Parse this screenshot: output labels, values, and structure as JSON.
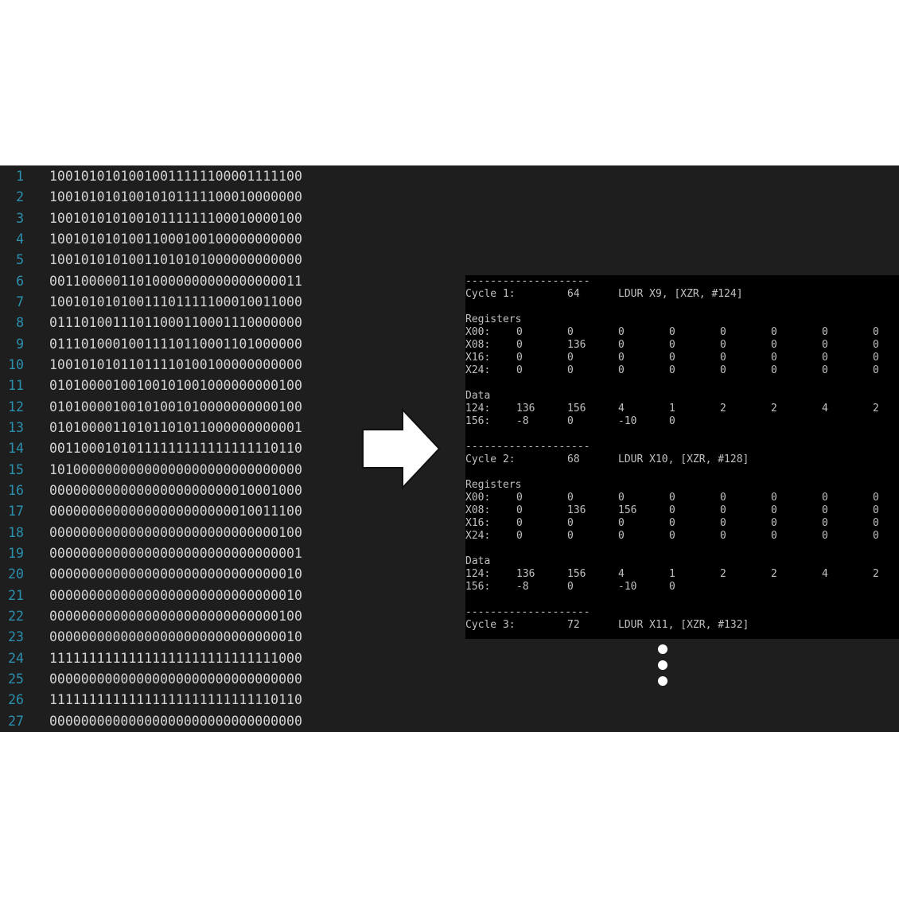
{
  "editor": {
    "lines": [
      "10010101010010011111100001111100",
      "10010101010010101111100010000000",
      "10010101010010111111100010000100",
      "10010101010011000100100000000000",
      "10010101010011010101000000000000",
      "00110000011010000000000000000011",
      "10010101010011101111100010011000",
      "01110100111011000110001110000000",
      "01110100010011110110001101000000",
      "10010101011011110100100000000000",
      "01010000100100101001000000000100",
      "01010000100101001010000000000100",
      "01010000110101101011000000000001",
      "00110001010111111111111111110110",
      "10100000000000000000000000000000",
      "00000000000000000000000010001000",
      "00000000000000000000000010011100",
      "00000000000000000000000000000100",
      "00000000000000000000000000000001",
      "00000000000000000000000000000010",
      "00000000000000000000000000000010",
      "00000000000000000000000000000100",
      "00000000000000000000000000000010",
      "11111111111111111111111111111000",
      "00000000000000000000000000000000",
      "11111111111111111111111111110110",
      "00000000000000000000000000000000"
    ]
  },
  "terminal": {
    "separator": "--------------------",
    "registers_label": "Registers",
    "data_label": "Data",
    "cycles": [
      {
        "label": "Cycle 1:",
        "pc": "64",
        "instruction": "LDUR X9, [XZR, #124]",
        "registers": [
          {
            "label": "X00:",
            "values": [
              "0",
              "0",
              "0",
              "0",
              "0",
              "0",
              "0",
              "0"
            ]
          },
          {
            "label": "X08:",
            "values": [
              "0",
              "136",
              "0",
              "0",
              "0",
              "0",
              "0",
              "0"
            ]
          },
          {
            "label": "X16:",
            "values": [
              "0",
              "0",
              "0",
              "0",
              "0",
              "0",
              "0",
              "0"
            ]
          },
          {
            "label": "X24:",
            "values": [
              "0",
              "0",
              "0",
              "0",
              "0",
              "0",
              "0",
              "0"
            ]
          }
        ],
        "data": [
          {
            "label": "124:",
            "values": [
              "136",
              "156",
              "4",
              "1",
              "2",
              "2",
              "4",
              "2"
            ]
          },
          {
            "label": "156:",
            "values": [
              "-8",
              "0",
              "-10",
              "0"
            ]
          }
        ]
      },
      {
        "label": "Cycle 2:",
        "pc": "68",
        "instruction": "LDUR X10, [XZR, #128]",
        "registers": [
          {
            "label": "X00:",
            "values": [
              "0",
              "0",
              "0",
              "0",
              "0",
              "0",
              "0",
              "0"
            ]
          },
          {
            "label": "X08:",
            "values": [
              "0",
              "136",
              "156",
              "0",
              "0",
              "0",
              "0",
              "0"
            ]
          },
          {
            "label": "X16:",
            "values": [
              "0",
              "0",
              "0",
              "0",
              "0",
              "0",
              "0",
              "0"
            ]
          },
          {
            "label": "X24:",
            "values": [
              "0",
              "0",
              "0",
              "0",
              "0",
              "0",
              "0",
              "0"
            ]
          }
        ],
        "data": [
          {
            "label": "124:",
            "values": [
              "136",
              "156",
              "4",
              "1",
              "2",
              "2",
              "4",
              "2"
            ]
          },
          {
            "label": "156:",
            "values": [
              "-8",
              "0",
              "-10",
              "0"
            ]
          }
        ]
      },
      {
        "label": "Cycle 3:",
        "pc": "72",
        "instruction": "LDUR X11, [XZR, #132]"
      }
    ]
  },
  "colors": {
    "editor_bg": "#1e1e1e",
    "line_number": "#2b91af",
    "code_text": "#d4d4d4",
    "terminal_bg": "#000000",
    "terminal_text": "#c0c0c0"
  },
  "icons": {
    "arrow": "right-arrow-icon",
    "continuation": "vertical-ellipsis-icon"
  }
}
